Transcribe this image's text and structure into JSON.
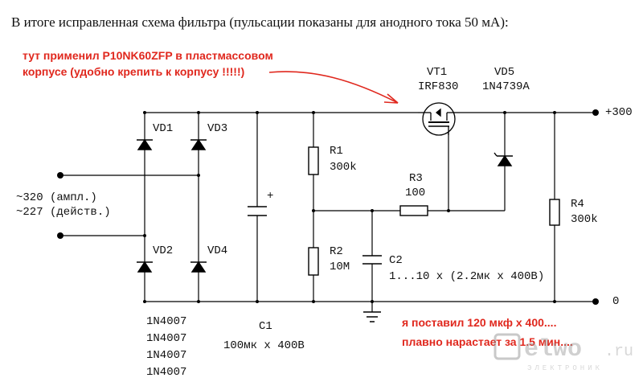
{
  "heading": "В итоге исправленная схема фильтра (пульсации показаны для анодного тока 50 мА):",
  "note_top": {
    "line1": "тут применил P10NK60ZFP    в пластмассовом",
    "line2": "корпусе (удобно крепить к корпусу !!!!!)"
  },
  "note_bottom": {
    "line1": "я поставил 120 мкф х 400....",
    "line2": "плавно нарастает за 1.5 мин...."
  },
  "input": {
    "line1": "~320 (ампл.)",
    "line2": "~227 (действ.)"
  },
  "terminals": {
    "plus": "+300",
    "zero": "0"
  },
  "vd1": "VD1",
  "vd2": "VD2",
  "vd3": "VD3",
  "vd4": "VD4",
  "diodes_list": [
    "1N4007",
    "1N4007",
    "1N4007",
    "1N4007"
  ],
  "vt1": {
    "name": "VT1",
    "part": "IRF830"
  },
  "vd5": {
    "name": "VD5",
    "part": "1N4739A"
  },
  "r1": {
    "name": "R1",
    "value": "300k"
  },
  "r2": {
    "name": "R2",
    "value": "10M"
  },
  "r3": {
    "name": "R3",
    "value": "100"
  },
  "r4": {
    "name": "R4",
    "value": "300k"
  },
  "c1": {
    "name": "C1",
    "value": "100мк х 400В",
    "polarity": "+"
  },
  "c2": {
    "name": "C2",
    "value": "1...10 х (2.2мк х 400В)"
  },
  "watermark": {
    "brand": "elwo",
    "tld": ".ru",
    "sub": "ЭЛЕКТРОНИК"
  },
  "colors": {
    "wire": "#000000",
    "annotation": "#e0281e",
    "text": "#111111"
  }
}
